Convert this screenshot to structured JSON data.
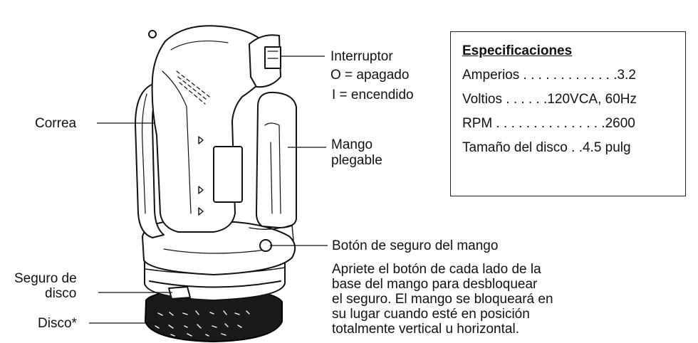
{
  "callouts": {
    "switch": {
      "title": "Interruptor",
      "off": "O = apagado",
      "on": "I = encendido"
    },
    "strap": "Correa",
    "folding_handle": {
      "line1": "Mango",
      "line2": "plegable"
    },
    "lock_button": "Botón de seguro del mango",
    "disc_lock": {
      "line1": "Seguro de",
      "line2": "disco"
    },
    "disc": "Disco*"
  },
  "note": [
    "Apriete el botón de cada lado de la",
    "base del mango para desbloquear",
    "el seguro. El mango se bloqueará en",
    "su lugar cuando esté en posición",
    "totalmente vertical u horizontal."
  ],
  "specs": {
    "title": "Especificaciones",
    "rows": [
      "Amperios . . . . . . . . . . . . .3.2",
      "Voltios . . . . . .120VCA, 60Hz",
      "RPM . . . . . . . . . . . . . . .2600",
      "Tamaño del disco  . .4.5 pulg"
    ]
  }
}
